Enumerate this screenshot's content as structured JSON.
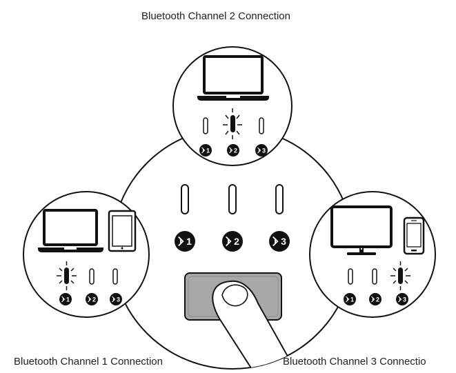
{
  "captions": {
    "channel_2": "Bluetooth Channel 2 Connection",
    "channel_1": "Bluetooth Channel 1 Connection",
    "channel_3": "Bluetooth Channel 3 Connectio"
  },
  "badges": {
    "one": "1",
    "two": "2",
    "three": "3"
  },
  "active_channel": {
    "channel_1_panel": 1,
    "channel_2_panel": 2,
    "channel_3_panel": 3
  },
  "colors": {
    "line": "#111111",
    "touchpad": "#a8a8a8",
    "badge_fill": "#111111",
    "badge_text": "#ffffff"
  },
  "icons": {
    "channel_2_devices": [
      "laptop-icon"
    ],
    "channel_1_devices": [
      "laptop-icon",
      "tablet-icon"
    ],
    "channel_3_devices": [
      "monitor-icon",
      "smartphone-icon"
    ],
    "badge_icon": "bluetooth-icon",
    "hand": "finger-icon"
  }
}
